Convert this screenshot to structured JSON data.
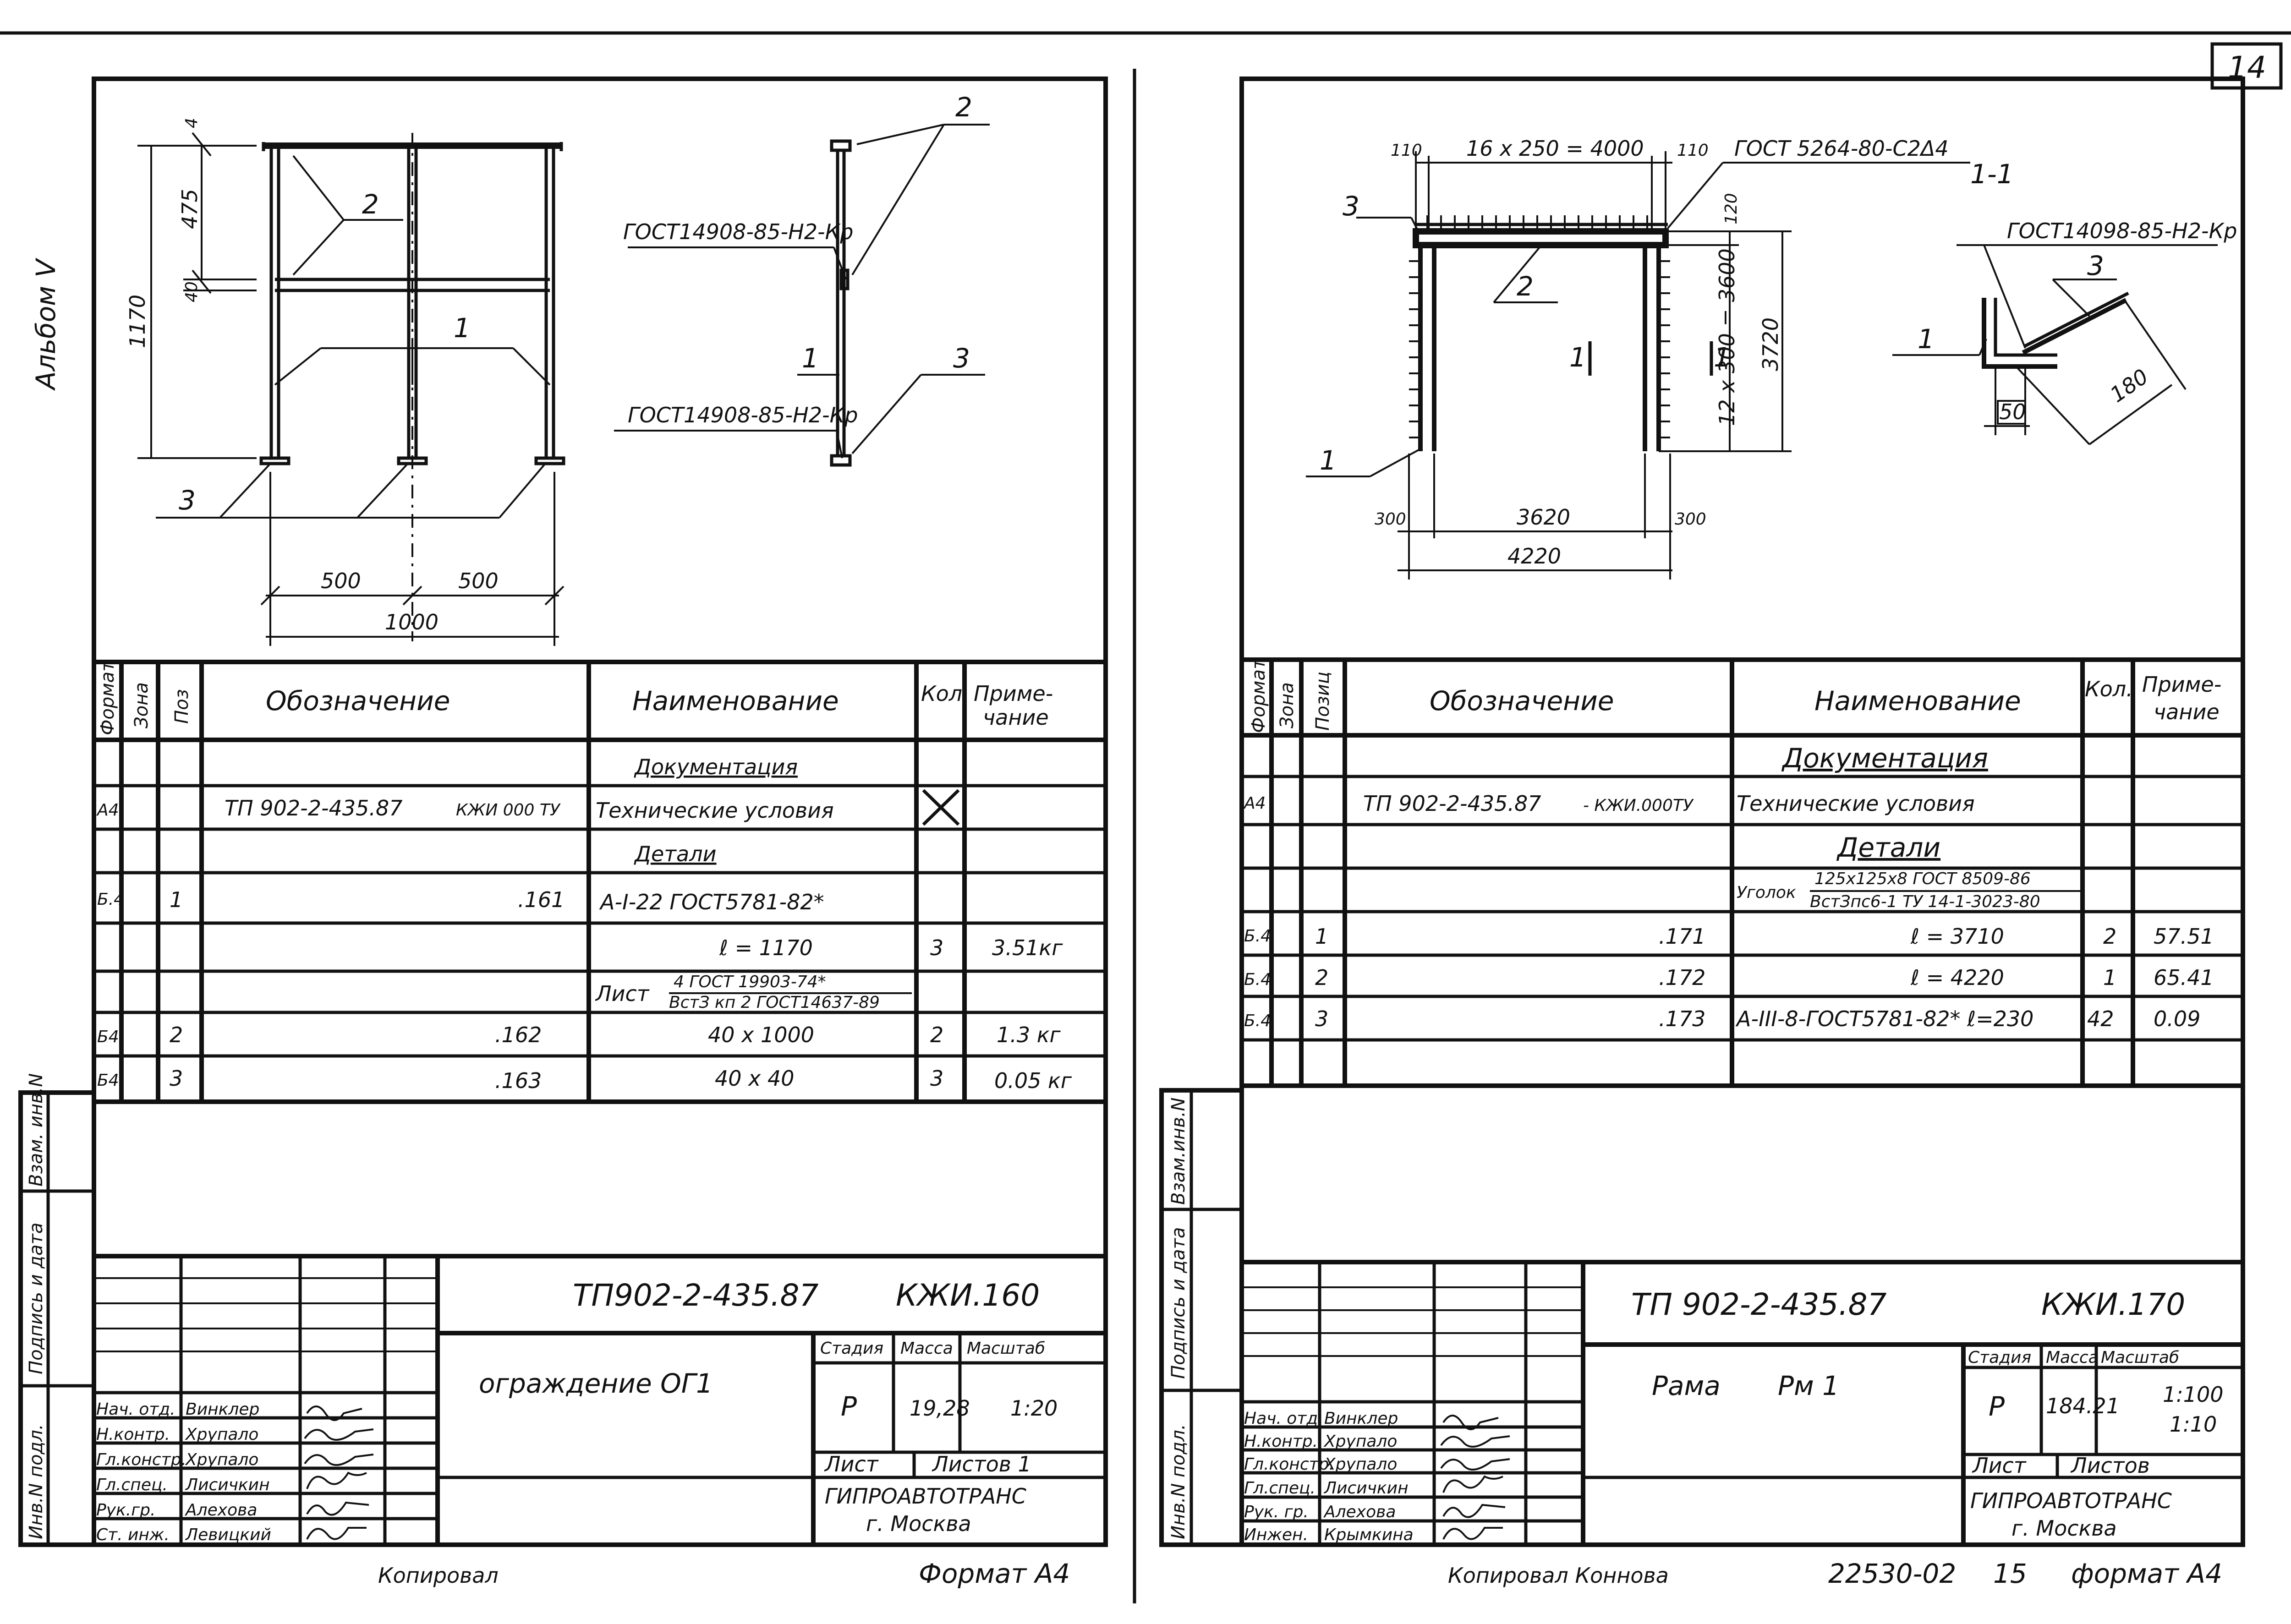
{
  "page_number": "14",
  "left_margin_note": "Альбом V",
  "left_sheet": {
    "drawing": {
      "dims": [
        "4",
        "475",
        "40",
        "1170",
        "500",
        "500",
        "1000"
      ],
      "callouts": [
        "1",
        "2",
        "3"
      ],
      "side_gost_top": "ГОСТ14908-85-Н2-Кр",
      "side_gost_bottom": "ГОСТ14908-85-Н2-Кр",
      "side_callouts": [
        "1",
        "2",
        "3"
      ]
    },
    "spec_headers": {
      "format": "Формат",
      "zone": "Зона",
      "pos": "Поз",
      "designation": "Обозначение",
      "name": "Наименование",
      "qty": "Кол.",
      "note_1": "Приме-",
      "note_2": "чание"
    },
    "rows": [
      {
        "fmt": "",
        "pos": "",
        "code": "",
        "suffix": "",
        "name": "Документация",
        "qty": "",
        "note": ""
      },
      {
        "fmt": "А4",
        "pos": "",
        "code": "ТП 902-2-435.87",
        "suffix": "КЖИ 000 ТУ",
        "name": "Технические условия",
        "qty": "",
        "note": ""
      },
      {
        "fmt": "",
        "pos": "",
        "code": "",
        "suffix": "",
        "name": "Детали",
        "qty": "",
        "note": ""
      },
      {
        "fmt": "Б.4",
        "pos": "1",
        "code": "",
        "suffix": ".161",
        "name": "А-I-22 ГОСТ5781-82*",
        "qty": "",
        "note": ""
      },
      {
        "fmt": "",
        "pos": "",
        "code": "",
        "suffix": "",
        "name": "ℓ = 1170",
        "qty": "3",
        "note": "3.51кг"
      },
      {
        "fmt": "",
        "pos": "",
        "code": "",
        "suffix": "",
        "name": "",
        "qty": "",
        "note": ""
      },
      {
        "fmt": "Б4",
        "pos": "2",
        "code": "",
        "suffix": ".162",
        "name": "40 х 1000",
        "qty": "2",
        "note": "1.3 кг"
      },
      {
        "fmt": "Б4",
        "pos": "3",
        "code": "",
        "suffix": ".163",
        "name": "40 х 40",
        "qty": "3",
        "note": "0.05 кг"
      }
    ],
    "sheet_fraction": {
      "prefix": "Лист",
      "top": "4 ГОСТ 19903-74*",
      "bottom": "ВстЗ кп 2 ГОСТ14637-89"
    },
    "side_stamp": [
      "Инв.N подл.",
      "Подпись и дата",
      "Взам. инв.N"
    ],
    "title_block": {
      "doc_code": "ТП902-2-435.87",
      "sheet_code": "КЖИ.160",
      "title": "ограждение ОГ1",
      "stage_label": "Стадия",
      "mass_label": "Масса",
      "scale_label": "Масштаб",
      "stage": "Р",
      "mass": "19,28",
      "scale": "1:20",
      "sheet_label": "Лист",
      "sheets_label": "Листов 1",
      "org_1": "ГИПРОАВТОТРАНС",
      "org_2": "г. Москва",
      "people": [
        {
          "role": "Нач. отд.",
          "name": "Винклер"
        },
        {
          "role": "Н.контр.",
          "name": "Хрупало"
        },
        {
          "role": "Гл.констр.",
          "name": "Хрупало"
        },
        {
          "role": "Гл.спец.",
          "name": "Лисичкин"
        },
        {
          "role": "Рук.гр.",
          "name": "Алехова"
        },
        {
          "role": "Ст. инж.",
          "name": "Левицкий"
        }
      ]
    },
    "footer_left": "Копировал",
    "footer_right": "Формат А4"
  },
  "right_sheet": {
    "drawing": {
      "top_dims": [
        "110",
        "16 х 250 = 4000",
        "110"
      ],
      "gost_top": "ГОСТ 5264-80-С2Δ4",
      "section_label": "1-1",
      "gost_section": "ГОСТ14098-85-Н2-Кр",
      "side_dims": [
        "120",
        "12 х 300 = 3600",
        "3720"
      ],
      "bottom_dims": [
        "300",
        "3620",
        "300",
        "4220"
      ],
      "section_dims": [
        "180",
        "50"
      ],
      "callouts": [
        "1",
        "2",
        "3"
      ],
      "section_callouts": [
        "1",
        "3"
      ],
      "cut_marks": [
        "1",
        "1"
      ]
    },
    "spec_headers": {
      "format": "Формат",
      "zone": "Зона",
      "pos": "Позиц",
      "designation": "Обозначение",
      "name": "Наименование",
      "qty": "Кол.",
      "note_1": "Приме-",
      "note_2": "чание"
    },
    "rows": [
      {
        "fmt": "",
        "pos": "",
        "code": "",
        "suffix": "",
        "name": "Документация",
        "qty": "",
        "note": ""
      },
      {
        "fmt": "А4",
        "pos": "",
        "code": "ТП 902-2-435.87",
        "suffix": "- КЖИ.000ТУ",
        "name": "Технические условия",
        "qty": "",
        "note": ""
      },
      {
        "fmt": "",
        "pos": "",
        "code": "",
        "suffix": "",
        "name": "Детали",
        "qty": "",
        "note": ""
      },
      {
        "fmt": "",
        "pos": "",
        "code": "",
        "suffix": "",
        "name": "",
        "qty": "",
        "note": ""
      },
      {
        "fmt": "Б.4",
        "pos": "1",
        "code": "",
        "suffix": ".171",
        "name": "ℓ = 3710",
        "qty": "2",
        "note": "57.51"
      },
      {
        "fmt": "Б.4",
        "pos": "2",
        "code": "",
        "suffix": ".172",
        "name": "ℓ = 4220",
        "qty": "1",
        "note": "65.41"
      },
      {
        "fmt": "Б.4",
        "pos": "3",
        "code": "",
        "suffix": ".173",
        "name": "А-III-8-ГОСТ5781-82* ℓ=230",
        "qty": "42",
        "note": "0.09"
      }
    ],
    "angle_fraction": {
      "prefix": "Уголок",
      "top": "125х125х8 ГОСТ 8509-86",
      "bottom": "ВстЗпс6-1 ТУ 14-1-3023-80"
    },
    "side_stamp": [
      "Инв.N подл.",
      "Подпись и дата",
      "Взам.инв.N"
    ],
    "title_block": {
      "doc_code": "ТП 902-2-435.87",
      "sheet_code": "КЖИ.170",
      "title_1": "Рама",
      "title_2": "Рм 1",
      "stage_label": "Стадия",
      "mass_label": "Масса",
      "scale_label": "Масштаб",
      "stage": "Р",
      "mass": "184.21",
      "scale_1": "1:100",
      "scale_2": "1:10",
      "sheet_label": "Лист",
      "sheets_label": "Листов",
      "org_1": "ГИПРОАВТОТРАНС",
      "org_2": "г. Москва",
      "people": [
        {
          "role": "Нач. отд.",
          "name": "Винклер"
        },
        {
          "role": "Н.контр.",
          "name": "Хрупало"
        },
        {
          "role": "Гл.констр.",
          "name": "Хрупало"
        },
        {
          "role": "Гл.спец.",
          "name": "Лисичкин"
        },
        {
          "role": "Рук. гр.",
          "name": "Алехова"
        },
        {
          "role": "Инжен.",
          "name": "Крымкина"
        }
      ]
    },
    "footer_left": "Копировал Коннова",
    "footer_number": "22530-02",
    "footer_page": "15",
    "footer_right": "формат А4"
  }
}
